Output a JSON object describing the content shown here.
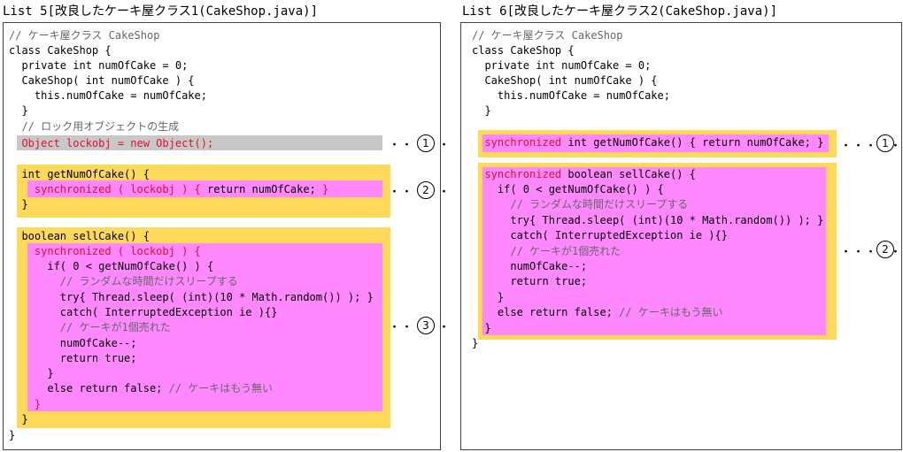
{
  "list5": {
    "title": "List 5[改良したケーキ屋クラス1(CakeShop.java)]",
    "lines": [
      "// ケーキ屋クラス CakeShop",
      "class CakeShop {",
      "  private int numOfCake = 0;",
      "  CakeShop( int numOfCake ) {",
      "    this.numOfCake = numOfCake;",
      "  }",
      "  // ロック用オブジェクトの生成",
      "  Object lockobj = new Object();",
      "  int getNumOfCake() {",
      "    synchronized ( lockobj ) {",
      " return numOfCake; ",
      "}",
      "  }",
      "  boolean sellCake() {",
      "    synchronized ( lockobj ) {",
      "      if( 0 < getNumOfCake() ) {",
      "        // ランダムな時間だけスリープする",
      "        try{ Thread.sleep( (int)(10 * Math.random()) ); }",
      "        catch( InterruptedException ie ){}",
      "        // ケーキが1個売れた",
      "        numOfCake--;",
      "        return true;",
      "      }",
      "      else return false; ",
      "// ケーキはもう無い",
      "    }",
      "  }",
      "}"
    ],
    "markers": [
      "1",
      "2",
      "3"
    ]
  },
  "list6": {
    "title": "List 6[改良したケーキ屋クラス2(CakeShop.java)]",
    "lines": [
      "// ケーキ屋クラス CakeShop",
      "class CakeShop {",
      "  private int numOfCake = 0;",
      "  CakeShop( int numOfCake ) {",
      "    this.numOfCake = numOfCake;",
      "  }",
      "  synchronized",
      " int getNumOfCake() { return numOfCake; }",
      "  synchronized",
      " boolean sellCake() {",
      "    if( 0 < getNumOfCake() ) {",
      "      // ランダムな時間だけスリープする",
      "      try{ Thread.sleep( (int)(10 * Math.random()) ); }",
      "      catch( InterruptedException ie ){}",
      "      // ケーキが1個売れた",
      "      numOfCake--;",
      "      return true;",
      "    }",
      "    else return false; ",
      "// ケーキはもう無い",
      "  }",
      "}"
    ],
    "markers": [
      "1",
      "2"
    ]
  },
  "colors": {
    "highlight_gray": "#c8c8c8",
    "highlight_orange": "#ffd95a",
    "highlight_pink": "#ff88ff",
    "keyword_red": "#e0102a",
    "comment_gray": "#666666"
  },
  "dots": "・・・・・"
}
